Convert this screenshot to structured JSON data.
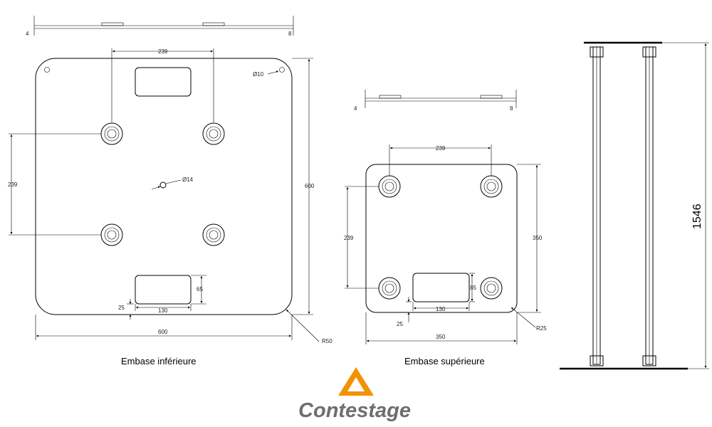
{
  "lower_base": {
    "caption": "Embase inférieure",
    "dims": {
      "hole_spacing_x": "239",
      "hole_spacing_y": "239",
      "width": "600",
      "height": "600",
      "corner_hole": "Ø10",
      "center_hole": "Ø14",
      "slot_height": "65",
      "slot_width": "130",
      "slot_offset": "25",
      "corner_radius": "R50"
    },
    "side_view": {
      "thickness": "4",
      "boss": "8"
    }
  },
  "upper_base": {
    "caption": "Embase supérieure",
    "dims": {
      "hole_spacing_x": "239",
      "hole_spacing_y": "239",
      "width": "350",
      "height": "350",
      "slot_height": "85",
      "slot_width": "130",
      "slot_offset": "25",
      "corner_radius": "R25"
    },
    "side_view": {
      "thickness": "4",
      "boss": "8"
    }
  },
  "tower": {
    "height": "1546"
  },
  "logo": {
    "text": "Contestage",
    "accent": "#f39200",
    "text_color": "#6d6e71"
  }
}
